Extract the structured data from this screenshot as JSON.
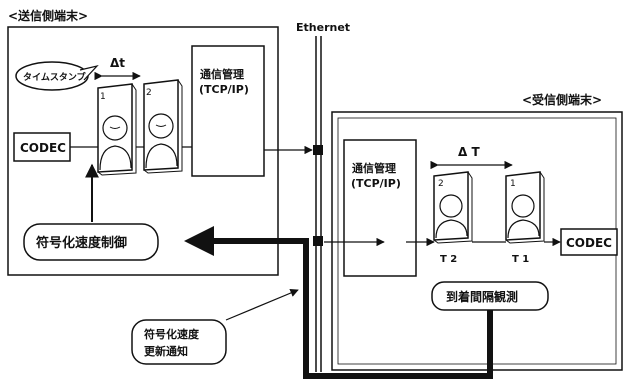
{
  "sender_terminal": {
    "title": "<送信側端末>"
  },
  "receiver_terminal": {
    "title": "<受信側端末>"
  },
  "network": {
    "label": "Ethernet"
  },
  "timestamp": {
    "label": "タイムスタンプ"
  },
  "sender_interval": {
    "label": "Δt"
  },
  "receiver_interval": {
    "label": "Δ T"
  },
  "sender_comm": {
    "line1": "通信管理",
    "line2": "(TCP/IP)"
  },
  "receiver_comm": {
    "line1": "通信管理",
    "line2": "(TCP/IP)"
  },
  "sender_codec": {
    "label": "CODEC"
  },
  "receiver_codec": {
    "label": "CODEC"
  },
  "rate_control": {
    "label": "符号化速度制御"
  },
  "arrival_observation": {
    "label": "到着間隔観測"
  },
  "rate_notification": {
    "line1": "符号化速度",
    "line2": "更新通知"
  },
  "sender_frames": {
    "frame1": "1",
    "frame2": "2"
  },
  "receiver_frames": {
    "frame1": "1",
    "frame2": "2",
    "time2": "T 2",
    "time1": "T 1"
  }
}
